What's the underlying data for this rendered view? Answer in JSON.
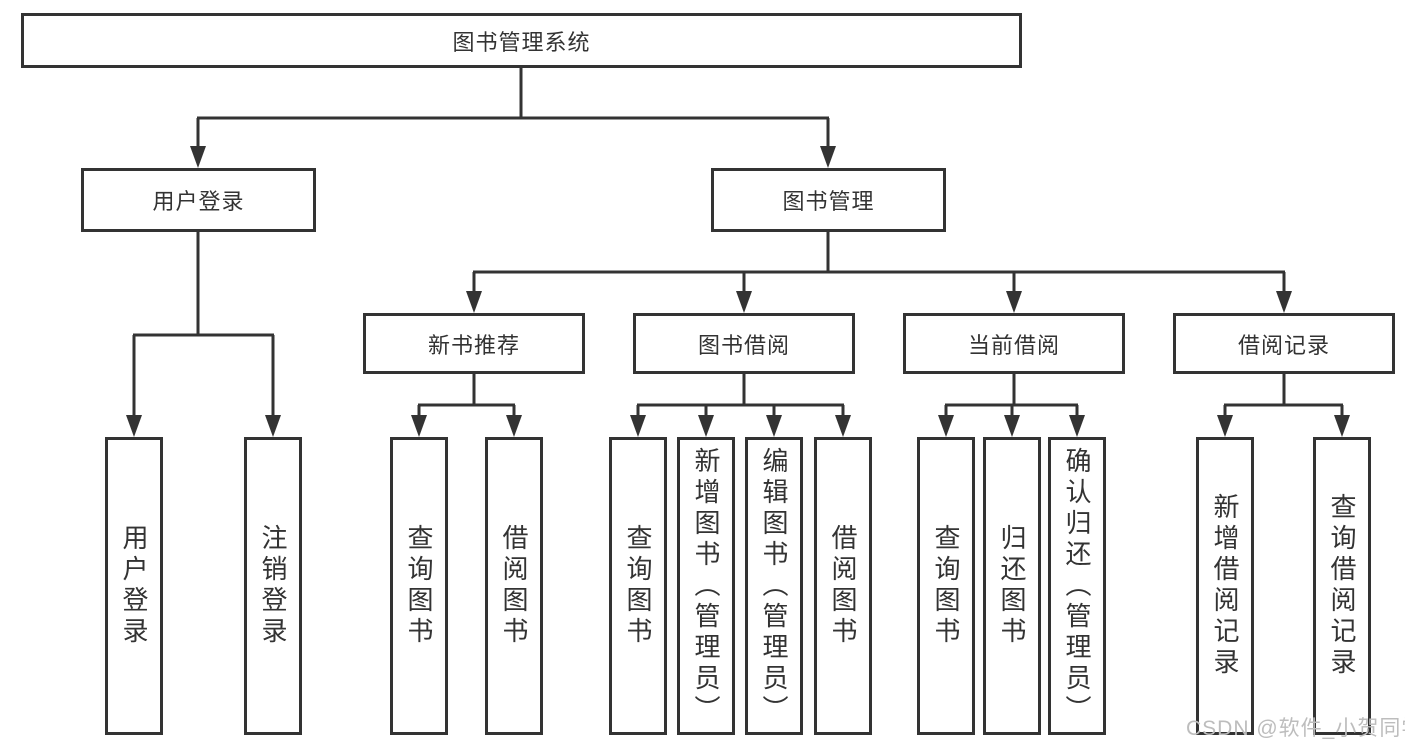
{
  "watermark": "CSDN @软件_小贺同学",
  "colors": {
    "line": "#333333",
    "box_border": "#333333",
    "text": "#333333",
    "watermark": "#bdbdbd",
    "background": "#ffffff"
  },
  "tree": {
    "root": {
      "label": "图书管理系统"
    },
    "children": [
      {
        "label": "用户登录",
        "leaves": [
          {
            "label": "用户登录"
          },
          {
            "label": "注销登录"
          }
        ]
      },
      {
        "label": "图书管理",
        "children": [
          {
            "label": "新书推荐",
            "leaves": [
              {
                "label": "查询图书"
              },
              {
                "label": "借阅图书"
              }
            ]
          },
          {
            "label": "图书借阅",
            "leaves": [
              {
                "label": "查询图书"
              },
              {
                "label": "新增图书（管理员）"
              },
              {
                "label": "编辑图书（管理员）"
              },
              {
                "label": "借阅图书"
              }
            ]
          },
          {
            "label": "当前借阅",
            "leaves": [
              {
                "label": "查询图书"
              },
              {
                "label": "归还图书"
              },
              {
                "label": "确认归还（管理员）"
              }
            ]
          },
          {
            "label": "借阅记录",
            "leaves": [
              {
                "label": "新增借阅记录"
              },
              {
                "label": "查询借阅记录"
              }
            ]
          }
        ]
      }
    ]
  }
}
